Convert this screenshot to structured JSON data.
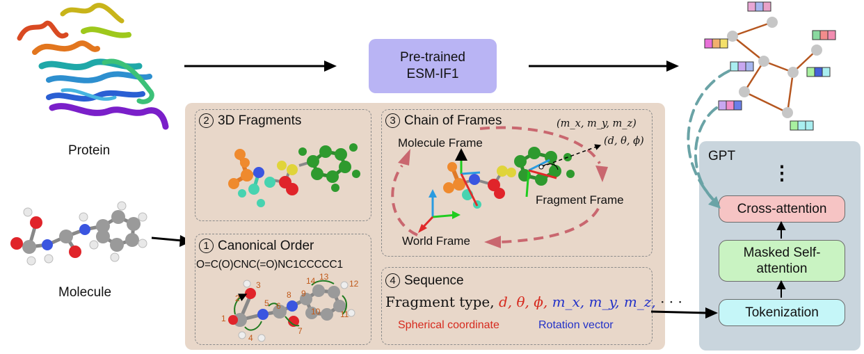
{
  "left": {
    "protein_label": "Protein",
    "molecule_label": "Molecule"
  },
  "esm_box": {
    "line1": "Pre-trained",
    "line2": "ESM-IF1"
  },
  "fragments": {
    "number": "2",
    "title": "3D Fragments"
  },
  "chain": {
    "number": "3",
    "title": "Chain of Frames",
    "rotation_label": "(m_x, m_y, m_z)",
    "spherical_label": "(d, θ, ϕ)",
    "molecule_frame": "Molecule Frame",
    "fragment_frame": "Fragment Frame",
    "world_frame": "World Frame"
  },
  "canonical": {
    "number": "1",
    "title": "Canonical Order",
    "smiles": "O=C(O)CNC(=O)NC1CCCCC1",
    "atom_indices": [
      "1",
      "2",
      "3",
      "4",
      "5",
      "6",
      "7",
      "8",
      "9",
      "10",
      "11",
      "12",
      "13",
      "14"
    ]
  },
  "sequence": {
    "number": "4",
    "title": "Sequence",
    "prefix": "Fragment type,",
    "spherical_terms": "d, θ, ϕ,",
    "rotation_terms": "m_x, m_y, m_z,",
    "ellipsis": "· · ·",
    "legend_spherical": "Spherical coordinate",
    "legend_rotation": "Rotation vector"
  },
  "gpt": {
    "label": "GPT",
    "dots": "⋮",
    "cross_attention": "Cross-attention",
    "masked_line1": "Masked Self-",
    "masked_line2": "attention",
    "tokenization": "Tokenization"
  },
  "colors": {
    "esm": "#b9b4f4",
    "panel": "#e8d7c9",
    "gpt_panel": "#c9d5dd",
    "cross_attention": "#f6c4c4",
    "masked": "#c9f3c2",
    "tokenization": "#c5f6f8",
    "spherical": "#d62a1e",
    "rotation": "#2332c8",
    "index": "#c0591a",
    "graph_edge": "#b5561f",
    "dash_arrow": "#6aa3a6",
    "frame_arrow": "#c9676f"
  }
}
